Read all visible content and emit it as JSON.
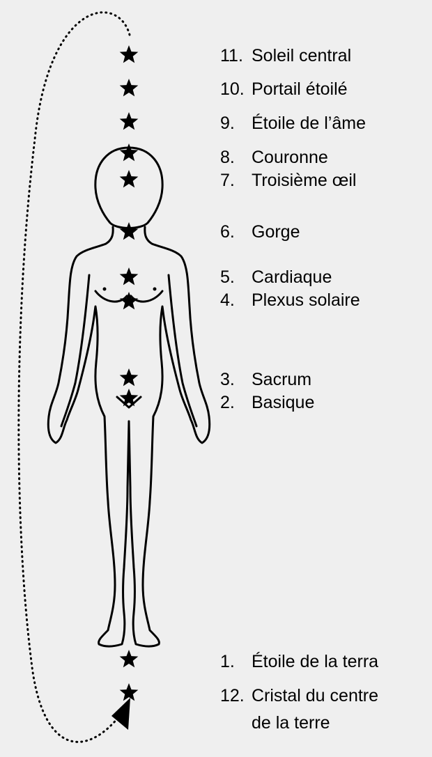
{
  "colors": {
    "background": "#efefef",
    "ink": "#000000"
  },
  "labels": [
    {
      "num": "11.",
      "text": "Soleil central"
    },
    {
      "num": "10.",
      "text": "Portail étoilé"
    },
    {
      "num": "9.",
      "text": "Étoile de l’âme"
    },
    {
      "num": "8.",
      "text": "Couronne"
    },
    {
      "num": "7.",
      "text": "Troisième œil"
    },
    {
      "num": "6.",
      "text": "Gorge"
    },
    {
      "num": "5.",
      "text": "Cardiaque"
    },
    {
      "num": "4.",
      "text": "Plexus solaire"
    },
    {
      "num": "3.",
      "text": "Sacrum"
    },
    {
      "num": "2.",
      "text": "Basique"
    },
    {
      "num": "1.",
      "text": "Étoile de la terra"
    },
    {
      "num": "12.",
      "text": "Cristal du centre",
      "text2": "de la terre"
    }
  ],
  "icons": {
    "marker": "star-icon",
    "cycle": "dotted-arrow-icon"
  }
}
